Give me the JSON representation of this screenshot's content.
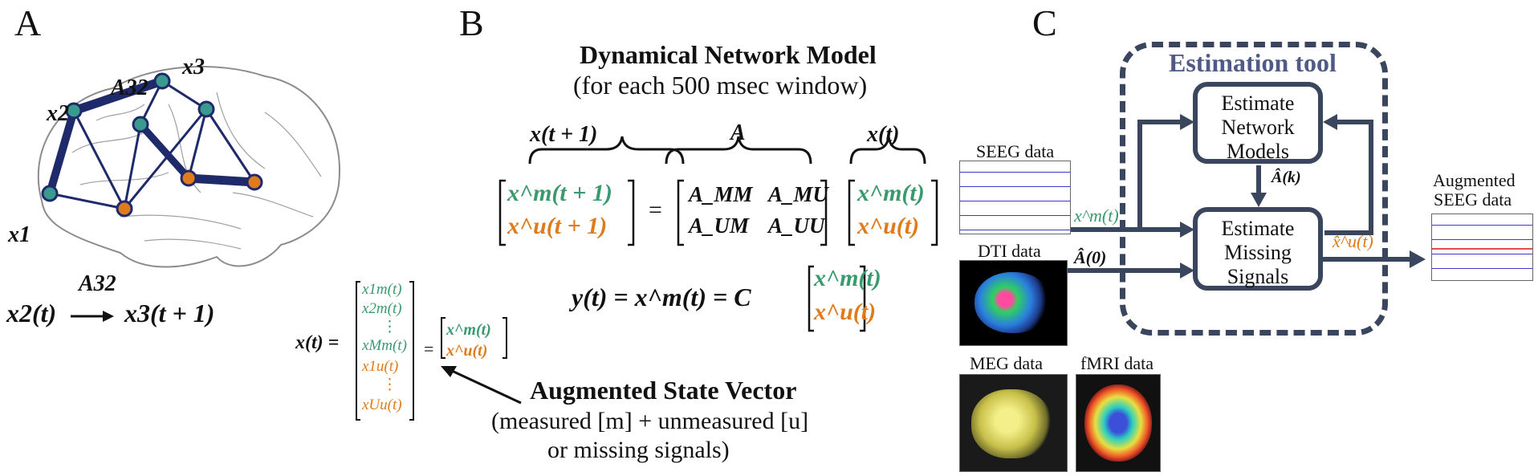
{
  "panels": {
    "a": "A",
    "b": "B",
    "c": "C"
  },
  "panel_a": {
    "nodes": [
      "x1",
      "x2",
      "x3"
    ],
    "edge_label_top": "A32",
    "edge_label_bottom": "A32",
    "transition_left": "x2(t)",
    "transition_right": "x3(t + 1)"
  },
  "panel_b": {
    "title": "Dynamical Network Model",
    "subtitle": "(for each 500 msec window)",
    "brace_left": "x(t + 1)",
    "brace_mid": "A",
    "brace_right": "x(t)",
    "lhs_top": "x^m(t + 1)",
    "lhs_bottom": "x^u(t + 1)",
    "a_mm": "A_MM",
    "a_mu": "A_MU",
    "a_um": "A_UM",
    "a_uu": "A_UU",
    "rhs_top": "x^m(t)",
    "rhs_bottom": "x^u(t)",
    "obs_eq": "y(t) = x^m(t) = C",
    "state_label": "x(t) =",
    "state_entries": [
      "x1m(t)",
      "x2m(t)",
      "⋮",
      "xMm(t)",
      "x1u(t)",
      "⋮",
      "xUu(t)"
    ],
    "augmented_title": "Augmented State Vector",
    "augmented_sub1": "(measured [m] + unmeasured [u]",
    "augmented_sub2": "or missing signals)"
  },
  "panel_c": {
    "tool_title": "Estimation tool",
    "box_top": [
      "Estimate",
      "Network",
      "Models"
    ],
    "box_bottom": [
      "Estimate",
      "Missing",
      "Signals"
    ],
    "ahat_k": "Â(k)",
    "ahat_0": "Â(0)",
    "xm_in": "x^m(t)",
    "xu_out": "x̂^u(t)",
    "seeg_label": "SEEG data",
    "dti_label": "DTI data",
    "meg_label": "MEG data",
    "fmri_label": "fMRI data",
    "augmented_label1": "Augmented",
    "augmented_label2": "SEEG data"
  },
  "colors": {
    "measured": "#3a9a6e",
    "unmeasured": "#e07b1b",
    "network": "#1f2a6b",
    "tool": "#3a465e"
  }
}
